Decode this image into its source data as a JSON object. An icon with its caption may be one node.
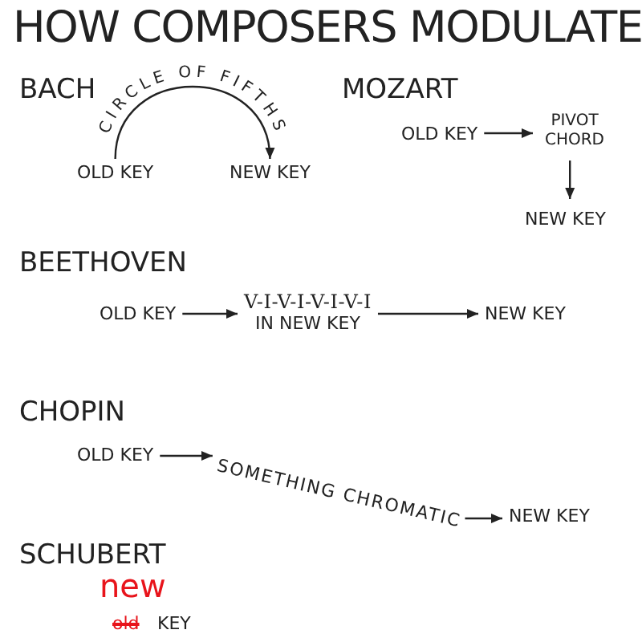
{
  "diagram": {
    "title": "HOW COMPOSERS MODULATE",
    "nodes": [
      {
        "text": [
          "OLD KEY"
        ]
      },
      {
        "text": [
          "NEW KEY"
        ]
      },
      {
        "text": [
          "OLD KEY"
        ]
      },
      {
        "text": [
          "PIVOT CHORD"
        ]
      },
      {
        "text": [
          "NEW KEY"
        ]
      },
      {
        "text": [
          "OLD KEY"
        ]
      },
      {
        "text": [
          "V-I-V-I-V-I-V-I",
          "IN NEW KEY"
        ]
      },
      {
        "text": [
          "NEW KEY"
        ]
      },
      {
        "text": [
          "OLD KEY"
        ]
      },
      {
        "text": [
          "SOMETHING CHROMATIC"
        ]
      },
      {
        "text": [
          "NEW KEY"
        ]
      }
    ],
    "edges": [
      {
        "from": 0,
        "to": 1,
        "arrow": "to",
        "label": "CIRCLE OF FIFTHS"
      },
      {
        "from": 2,
        "to": 3,
        "arrow": "to"
      },
      {
        "from": 3,
        "to": 4,
        "arrow": "to"
      },
      {
        "from": 5,
        "to": 6,
        "arrow": "to"
      },
      {
        "from": 6,
        "to": 7,
        "arrow": "to"
      },
      {
        "from": 8,
        "to": 9,
        "arrow": "to"
      },
      {
        "from": 9,
        "to": 10,
        "arrow": "to"
      }
    ],
    "labels": [
      "BACH",
      "MOZART",
      "BEETHOVEN",
      "CHOPIN",
      "SCHUBERT",
      "new",
      "old",
      "KEY"
    ]
  }
}
